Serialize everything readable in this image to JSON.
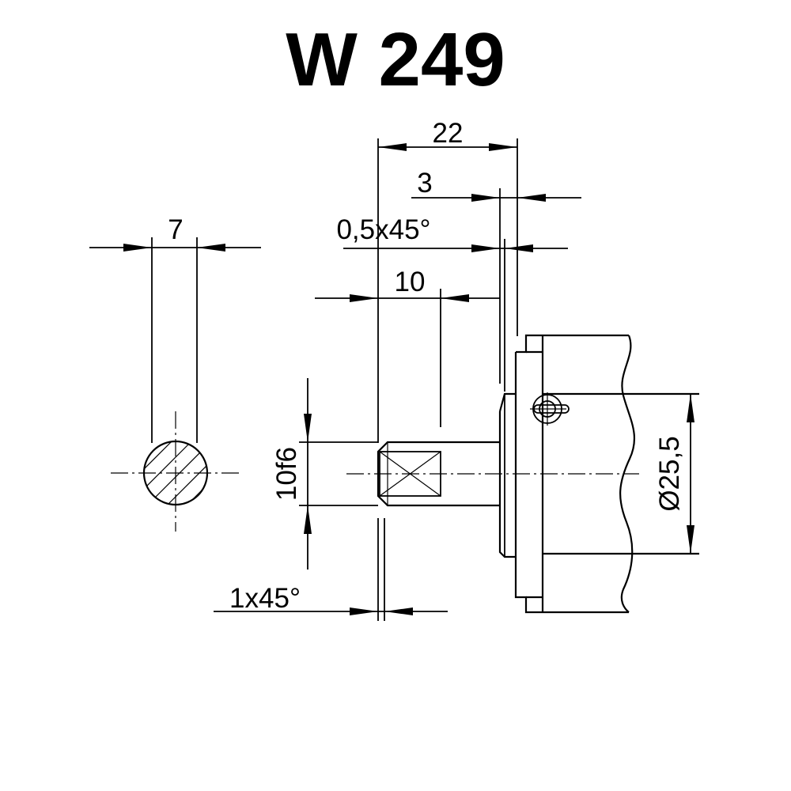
{
  "title": "W 249",
  "dimensions": {
    "shaft_length": "22",
    "collar_width": "3",
    "collar_chamfer": "0,5x45°",
    "flat_length": "10",
    "flat_width": "7",
    "shaft_diameter": "10f6",
    "pilot_diameter": "Ø25,5",
    "end_chamfer": "1x45°"
  }
}
